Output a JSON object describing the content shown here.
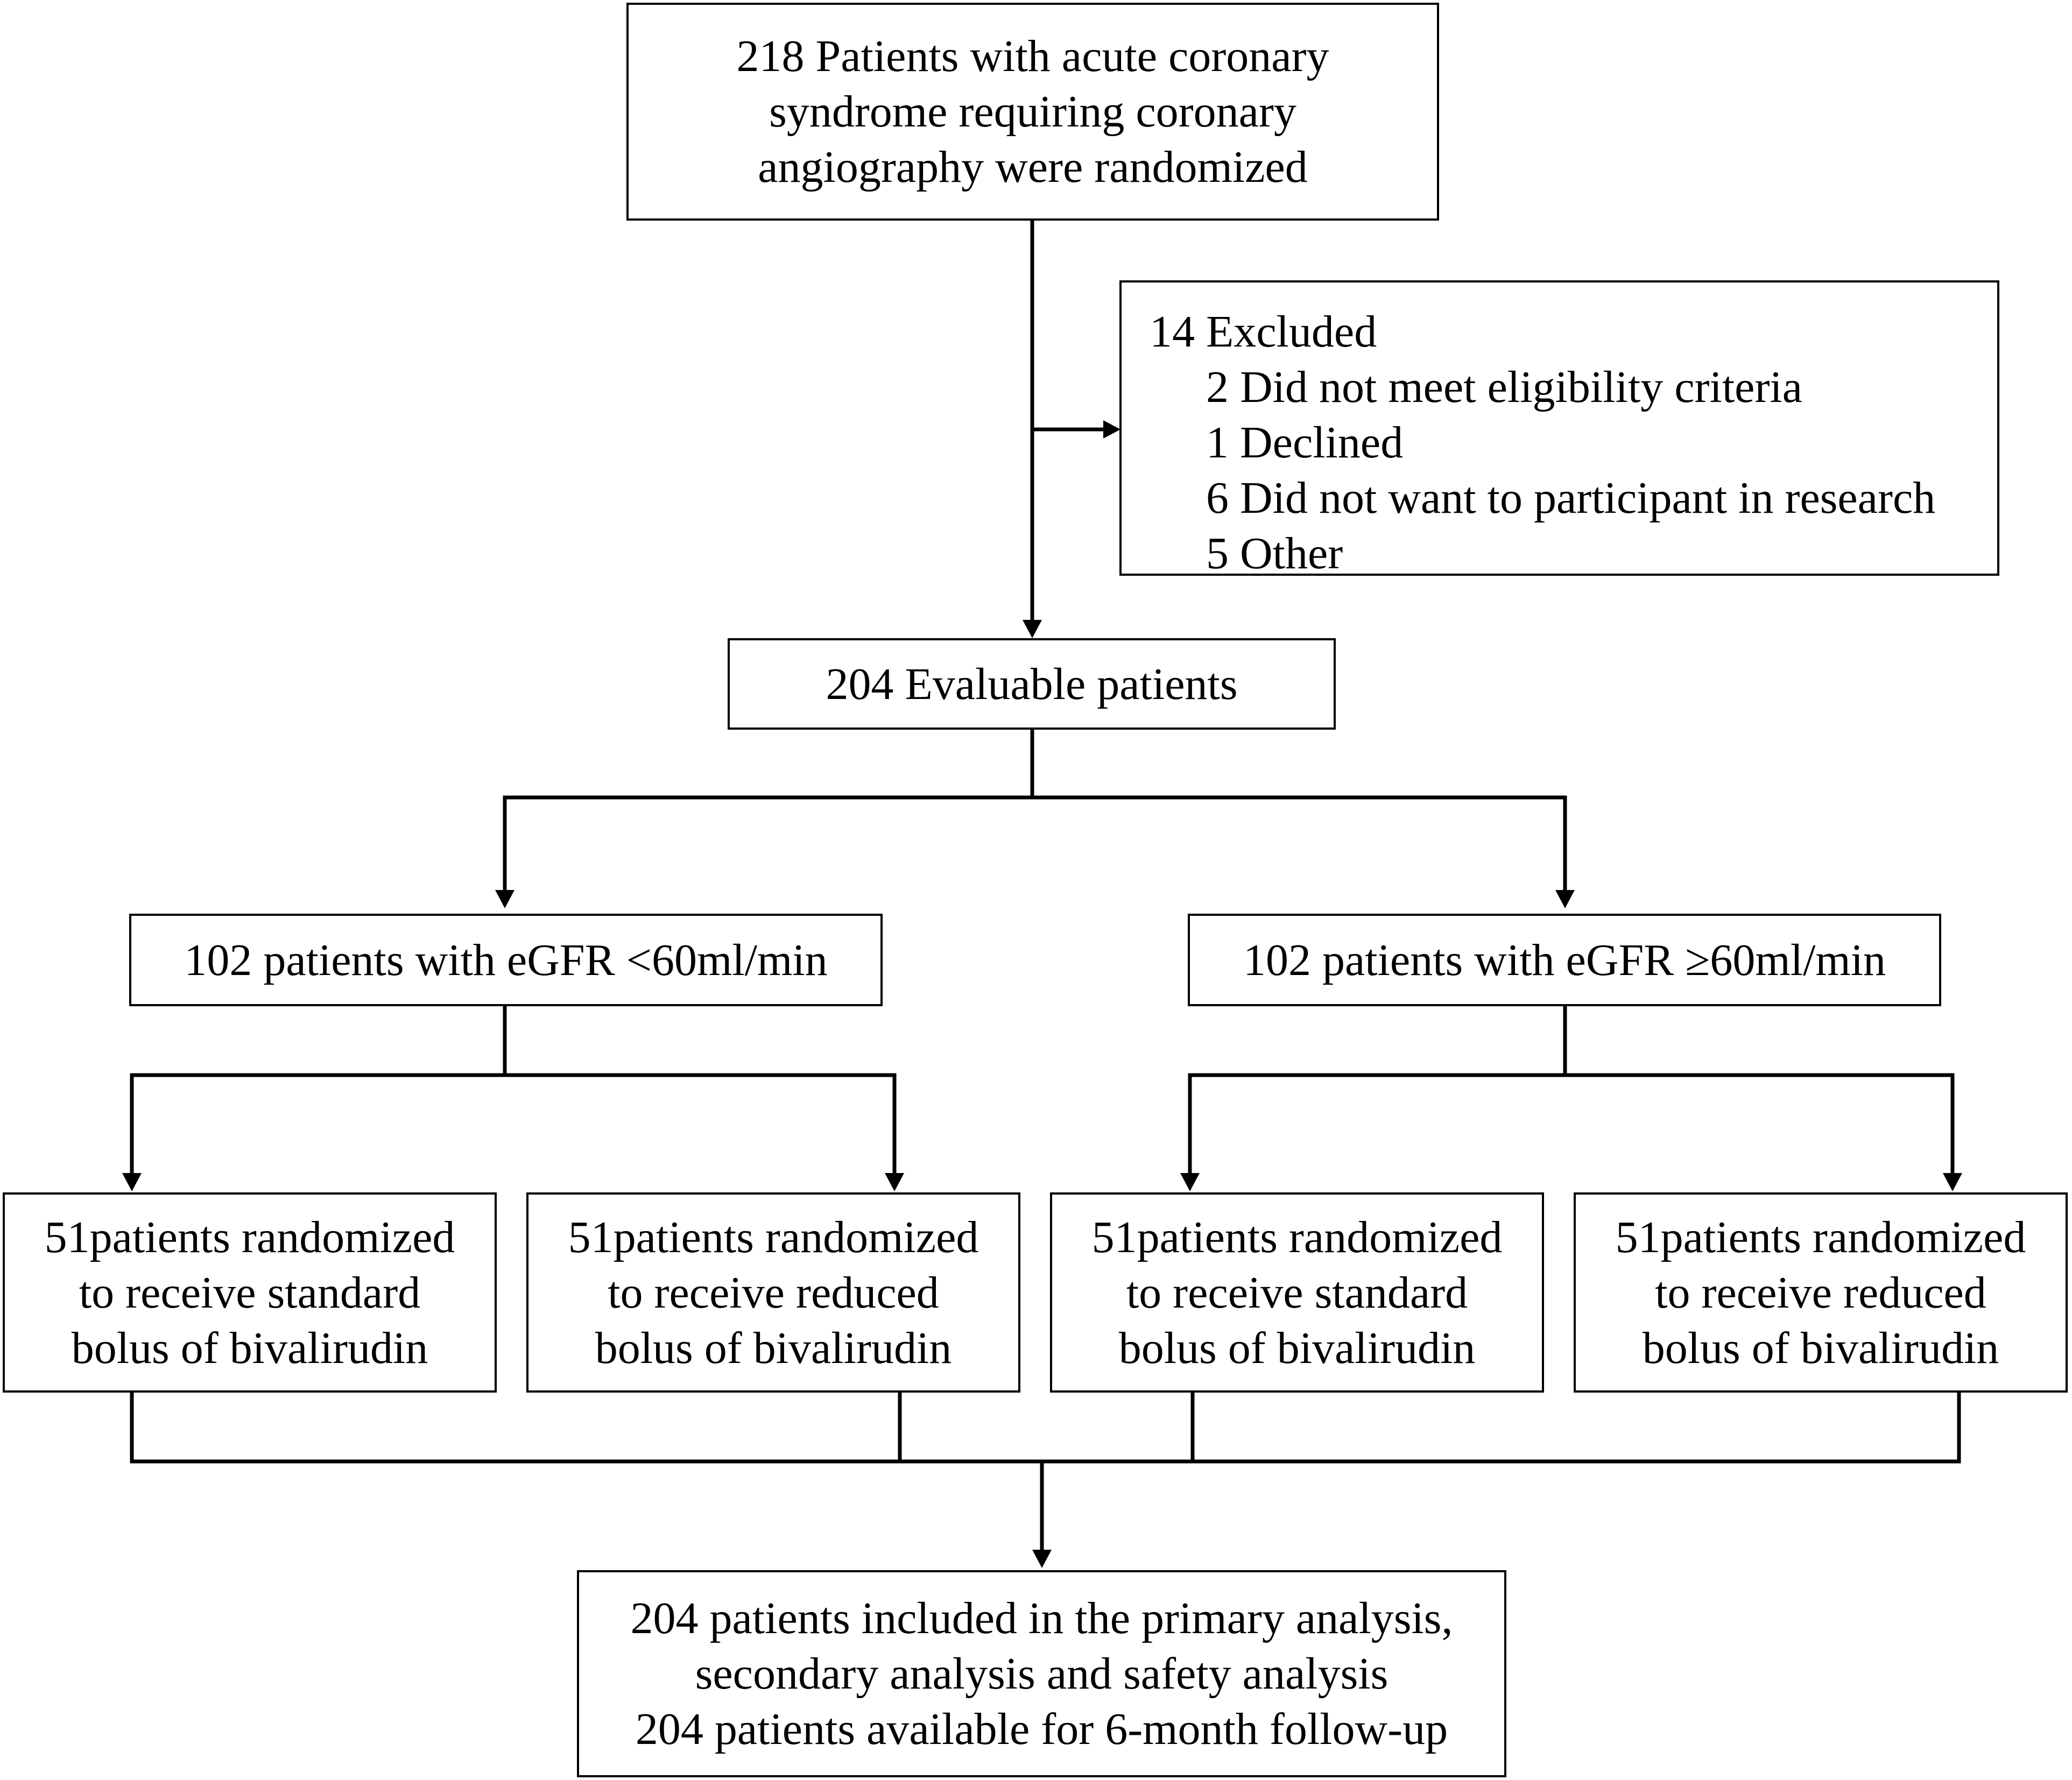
{
  "enrolled": {
    "lines": [
      "218 Patients with acute coronary",
      "syndrome requiring coronary",
      "angiography were randomized"
    ]
  },
  "excluded": {
    "title": "14 Excluded",
    "reasons": [
      "2 Did not meet eligibility criteria",
      "1 Declined",
      "6 Did not want to participant in research",
      "5 Other"
    ]
  },
  "evaluable": {
    "label": "204 Evaluable patients"
  },
  "strata": [
    {
      "label": "102 patients with eGFR <60ml/min"
    },
    {
      "label": "102 patients with eGFR ≥60ml/min"
    }
  ],
  "arms": [
    {
      "lines": [
        "51patients randomized",
        "to receive standard",
        "bolus of bivalirudin"
      ]
    },
    {
      "lines": [
        "51patients randomized",
        "to receive reduced",
        "bolus of bivalirudin"
      ]
    },
    {
      "lines": [
        "51patients randomized",
        "to receive standard",
        "bolus of bivalirudin"
      ]
    },
    {
      "lines": [
        "51patients randomized",
        "to receive reduced",
        "bolus of bivalirudin"
      ]
    }
  ],
  "analysis": {
    "lines": [
      "204 patients included in the primary analysis,",
      "secondary analysis and safety analysis",
      "204 patients available for 6-month follow-up"
    ]
  },
  "colors": {
    "stroke": "#000000",
    "background": "#ffffff"
  }
}
